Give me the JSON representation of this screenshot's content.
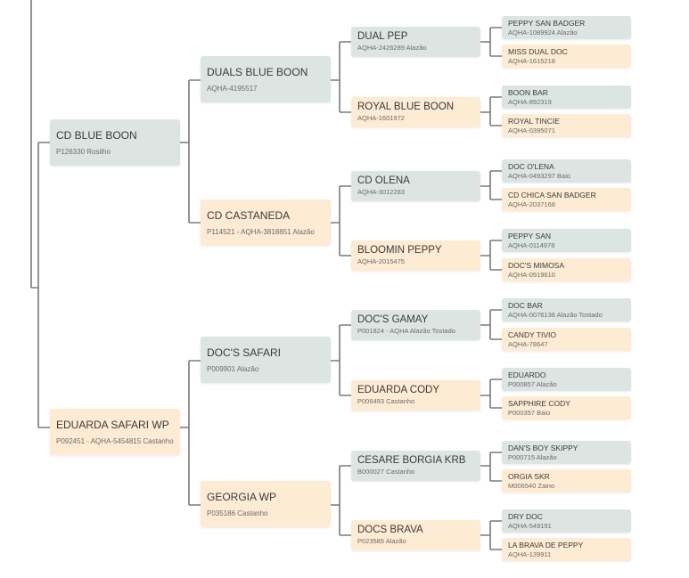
{
  "nodes": {
    "s": {
      "name": "CD BLUE BOON",
      "info": "P126330 Rosilho"
    },
    "d": {
      "name": "EDUARDA SAFARI WP",
      "info": "P092451 - AQHA-5454815 Castanho"
    },
    "ss": {
      "name": "DUALS BLUE BOON",
      "info": "AQHA-4195517"
    },
    "sd": {
      "name": "CD CASTANEDA",
      "info": "P114521 - AQHA-3818851 Alazão"
    },
    "ds": {
      "name": "DOC'S SAFARI",
      "info": "P009901 Alazão"
    },
    "dd": {
      "name": "GEORGIA WP",
      "info": "P035186 Castanho"
    },
    "sss": {
      "name": "DUAL PEP",
      "info": "AQHA-2426289 Alazão"
    },
    "ssd": {
      "name": "ROYAL BLUE BOON",
      "info": "AQHA-1601972"
    },
    "sds": {
      "name": "CD OLENA",
      "info": "AQHA-3012283"
    },
    "sdd": {
      "name": "BLOOMIN PEPPY",
      "info": "AQHA-2015475"
    },
    "dss": {
      "name": "DOC'S GAMAY",
      "info": "P001824 - AQHA Alazão Tostado"
    },
    "dsd": {
      "name": "EDUARDA CODY",
      "info": "P006493 Castanho"
    },
    "dds": {
      "name": "CESARE BORGIA KRB",
      "info": "B000027 Castanho"
    },
    "ddd": {
      "name": "DOCS BRAVA",
      "info": "P023585 Alazão"
    },
    "ssss": {
      "name": "PEPPY SAN BADGER",
      "info": "AQHA-1089924 Alazão"
    },
    "sssd": {
      "name": "MISS DUAL DOC",
      "info": "AQHA-1615218"
    },
    "ssds": {
      "name": "BOON BAR",
      "info": "AQHA-892319"
    },
    "ssdd": {
      "name": "ROYAL TINCIE",
      "info": "AQHA-0395071"
    },
    "sdss": {
      "name": "DOC O'LENA",
      "info": "AQHA-0493297 Baio"
    },
    "sdsd": {
      "name": "CD CHICA SAN BADGER",
      "info": "AQHA-2037168"
    },
    "sdds": {
      "name": "PEPPY SAN",
      "info": "AQHA-0114978"
    },
    "sddd": {
      "name": "DOC'S MIMOSA",
      "info": "AQHA-0919610"
    },
    "dsss": {
      "name": "DOC BAR",
      "info": "AQHA-0076136 Alazão Tostado"
    },
    "dssd": {
      "name": "CANDY TIVIO",
      "info": "AQHA-78647"
    },
    "dsds": {
      "name": "EDUARDO",
      "info": "P000857 Alazão"
    },
    "dsdd": {
      "name": "SAPPHIRE CODY",
      "info": "P000357 Baio"
    },
    "ddss": {
      "name": "DAN'S BOY SKIPPY",
      "info": "P000715 Alazão"
    },
    "ddsd": {
      "name": "ORGIA SKR",
      "info": "M006540 Zaino"
    },
    "ddds": {
      "name": "DRY DOC",
      "info": "AQHA-549191"
    },
    "dddd": {
      "name": "LA BRAVA DE PEPPY",
      "info": "AQHA-139911"
    }
  },
  "colors": {
    "male": "#dde5e2",
    "female": "#fdebd3",
    "line": "#7a7a7a"
  }
}
